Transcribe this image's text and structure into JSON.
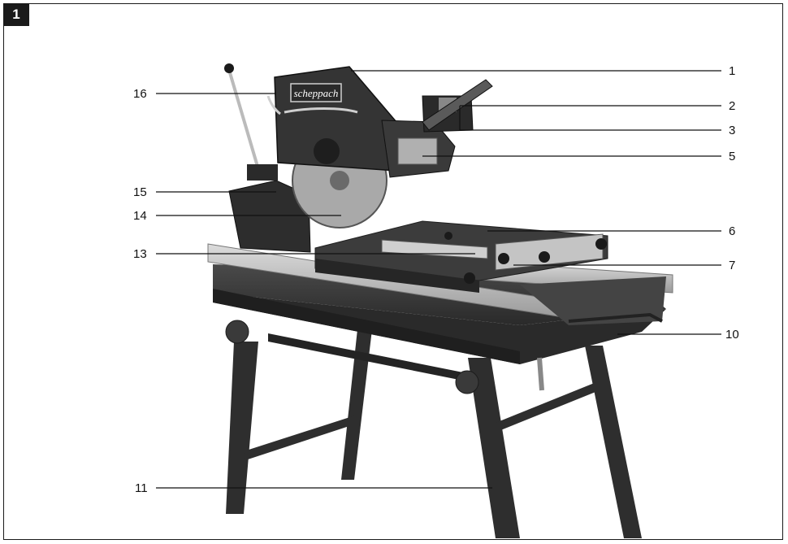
{
  "figure": {
    "number": "1"
  },
  "brand": {
    "logo_text": "scheppach"
  },
  "colors": {
    "frame": "#1a1a1a",
    "body": "#3a3a3a",
    "body_dark": "#222222",
    "rail": "#bdbdbd",
    "blade": "#a9a9a9",
    "background": "#ffffff"
  },
  "callouts": {
    "c1": "1",
    "c2": "2",
    "c3": "3",
    "c5": "5",
    "c6": "6",
    "c7": "7",
    "c10": "10",
    "c11": "11",
    "c13": "13",
    "c14": "14",
    "c15": "15",
    "c16": "16"
  }
}
